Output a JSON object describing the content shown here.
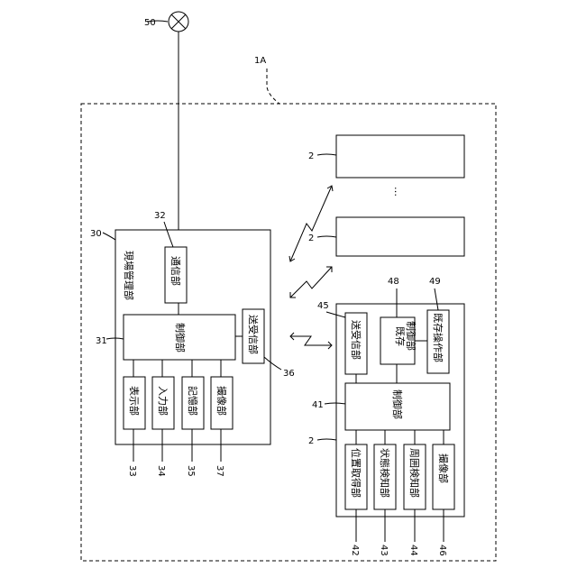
{
  "figure_id": "1A",
  "antenna": {
    "ref": "50"
  },
  "site_management": {
    "ref": "30",
    "title": "現場管理部",
    "comm": {
      "ref": "32",
      "label": "通信部"
    },
    "control": {
      "ref": "31",
      "label": "制御部"
    },
    "transceiver": {
      "ref": "36",
      "label": "送受信部"
    },
    "display": {
      "ref": "33",
      "label": "表示部"
    },
    "input": {
      "ref": "34",
      "label": "入力部"
    },
    "storage": {
      "ref": "35",
      "label": "記憶部"
    },
    "imaging": {
      "ref": "37",
      "label": "撮像部"
    }
  },
  "device": {
    "ref": "2",
    "transceiver": {
      "ref": "45",
      "label": "送受信部"
    },
    "existing_control": {
      "ref": "48",
      "label_line1": "既存",
      "label_line2": "制御部"
    },
    "existing_operation": {
      "ref": "49",
      "label": "既存操作部"
    },
    "control": {
      "ref": "41",
      "label": "制御部"
    },
    "position": {
      "ref": "42",
      "label": "位置取得部"
    },
    "state": {
      "ref": "43",
      "label": "状態検知部"
    },
    "surroundings": {
      "ref": "44",
      "label": "周囲検知部"
    },
    "imaging": {
      "ref": "46",
      "label": "撮像部"
    }
  },
  "other_devices": [
    {
      "ref": "2"
    },
    {
      "ref": "2"
    }
  ],
  "ellipsis": "…"
}
